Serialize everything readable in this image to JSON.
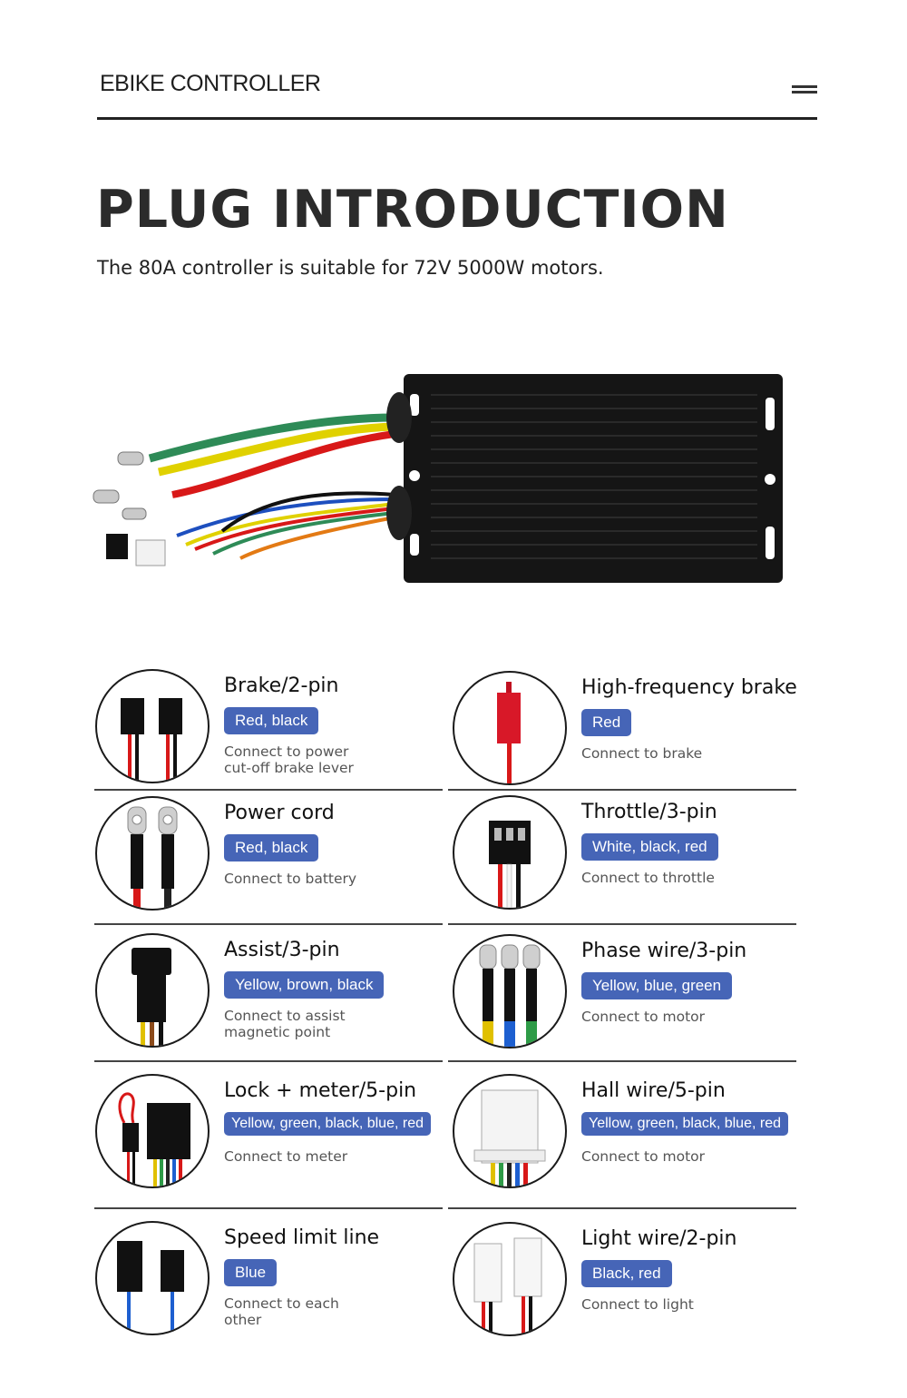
{
  "header": {
    "title": "EBIKE  CONTROLLER",
    "menu_icon": "hamburger-menu-icon"
  },
  "main": {
    "title": "PLUG INTRODUCTION",
    "subtitle": "The 80A controller is suitable for 72V 5000W motors."
  },
  "colors": {
    "badge": "#4665b7",
    "rule": "#222222"
  },
  "plugs": [
    {
      "title": "Brake/2-pin",
      "wires": "Red, black",
      "desc": "Connect to power\ncut-off brake lever"
    },
    {
      "title": "High-frequency brake",
      "wires": "Red",
      "desc": "Connect to brake"
    },
    {
      "title": "Power cord",
      "wires": "Red, black",
      "desc": "Connect to battery"
    },
    {
      "title": "Throttle/3-pin",
      "wires": "White, black, red",
      "desc": "Connect to throttle"
    },
    {
      "title": "Assist/3-pin",
      "wires": "Yellow, brown, black",
      "desc": "Connect to assist\nmagnetic point"
    },
    {
      "title": "Phase wire/3-pin",
      "wires": "Yellow, blue, green",
      "desc": "Connect to motor"
    },
    {
      "title": "Lock + meter/5-pin",
      "wires": "Yellow, green, black, blue, red",
      "desc": "Connect to meter"
    },
    {
      "title": "Hall wire/5-pin",
      "wires": "Yellow, green, black, blue, red",
      "desc": "Connect to motor"
    },
    {
      "title": "Speed limit line",
      "wires": "Blue",
      "desc": "Connect to each\nother"
    },
    {
      "title": "Light wire/2-pin",
      "wires": "Black, red",
      "desc": "Connect to light"
    }
  ]
}
